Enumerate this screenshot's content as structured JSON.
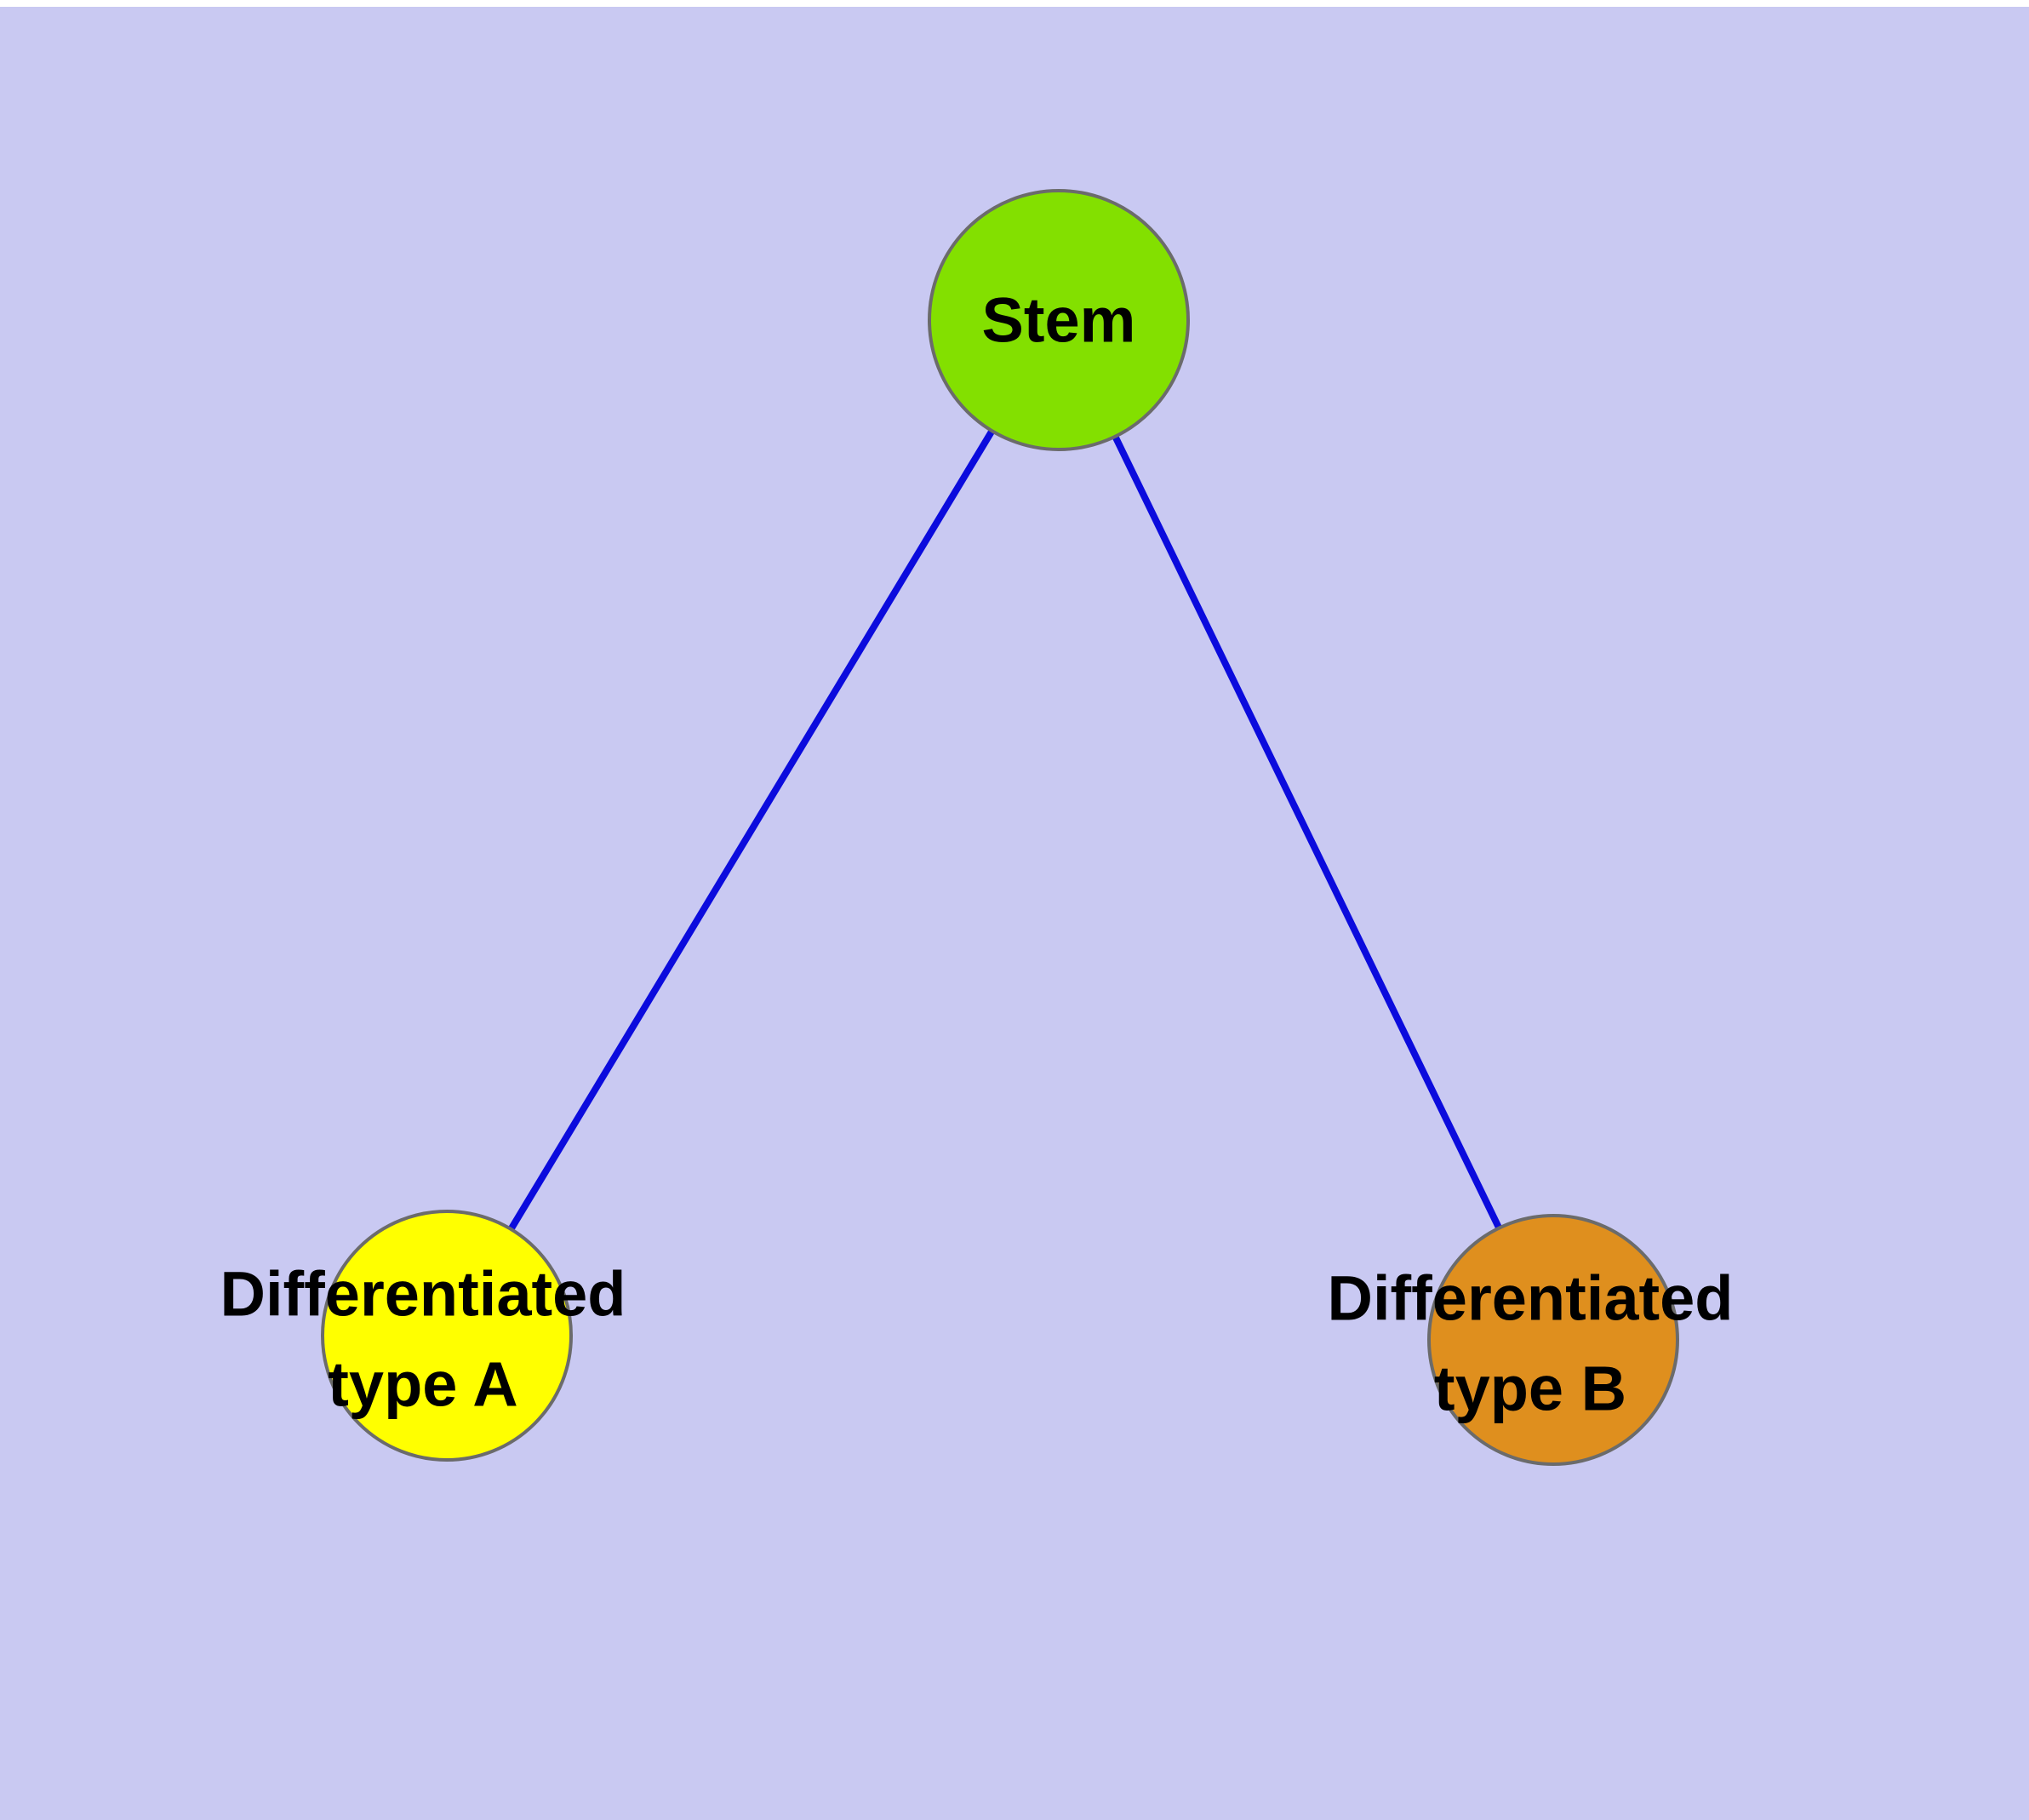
{
  "diagram": {
    "background_color": "#c9c9f2",
    "top_strip_color": "#ffffff",
    "edge_color": "#0b0bdd",
    "node_border_color": "#6b6b6b",
    "text_color": "#000000",
    "nodes": [
      {
        "id": "stem",
        "lines": [
          "Stem"
        ],
        "color": "#83e000"
      },
      {
        "id": "differentiated-type-a",
        "lines": [
          "Differentiated",
          "type A"
        ],
        "color": "#ffff00"
      },
      {
        "id": "differentiated-type-b",
        "lines": [
          "Differentiated",
          "type B"
        ],
        "color": "#df8f1e"
      }
    ],
    "edges": [
      {
        "from": "stem",
        "to": "differentiated-type-a"
      },
      {
        "from": "stem",
        "to": "differentiated-type-b"
      }
    ]
  }
}
